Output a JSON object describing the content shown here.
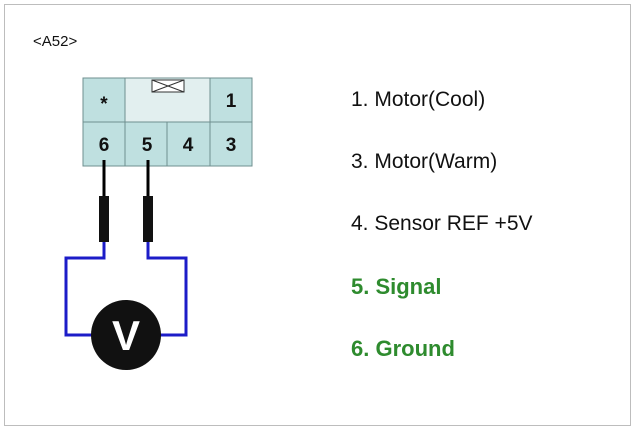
{
  "connector": {
    "id": "<A52>",
    "pins_top": [
      "*",
      "1"
    ],
    "pins_bottom": [
      "6",
      "5",
      "4",
      "3"
    ]
  },
  "meter": {
    "symbol": "V"
  },
  "legend": [
    {
      "text": "1. Motor(Cool)",
      "highlight": false
    },
    {
      "text": "3. Motor(Warm)",
      "highlight": false
    },
    {
      "text": "4. Sensor REF +5V",
      "highlight": false
    },
    {
      "text": "5. Signal",
      "highlight": true
    },
    {
      "text": "6. Ground",
      "highlight": true
    }
  ],
  "colors": {
    "connector_fill": "#bfe0e0",
    "wire": "#1c1cc8",
    "highlight_text": "#2e8b2e",
    "meter_fill": "#111111"
  }
}
